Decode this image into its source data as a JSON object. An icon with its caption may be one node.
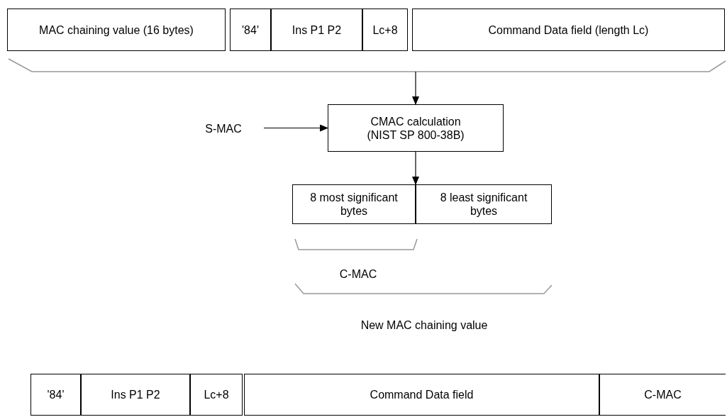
{
  "diagram": {
    "nodes": [
      {
        "text": [
          "MAC chaining value (16 bytes)"
        ]
      },
      {
        "text": [
          "'84'"
        ]
      },
      {
        "text": [
          "Ins P1  P2"
        ]
      },
      {
        "text": [
          "Lc+8"
        ]
      },
      {
        "text": [
          "Command Data field  (length Lc)"
        ]
      },
      {
        "text": [],
        "shape": "bracket"
      },
      {
        "text": [
          "CMAC calculation (NIST SP 800-38B)"
        ]
      },
      {
        "text": [
          "S-MAC"
        ]
      },
      {
        "text": [
          "8 most significant bytes"
        ]
      },
      {
        "text": [
          "8 least significant bytes"
        ]
      },
      {
        "text": [
          "'84'"
        ]
      },
      {
        "text": [
          "Ins P1 P2"
        ]
      },
      {
        "text": [
          "Lc+8"
        ]
      },
      {
        "text": [
          "Command Data field"
        ]
      },
      {
        "text": [
          "C-MAC"
        ]
      }
    ],
    "edges": [
      {
        "from": 5,
        "to": 6,
        "arrow": "to"
      },
      {
        "from": 7,
        "to": 6,
        "arrow": "to"
      },
      {
        "from": 6,
        "to": 8,
        "arrow": "to"
      },
      {
        "from": 6,
        "to": 9,
        "arrow": "to"
      }
    ],
    "labels": [
      "C-MAC",
      "New MAC chaining value"
    ]
  }
}
